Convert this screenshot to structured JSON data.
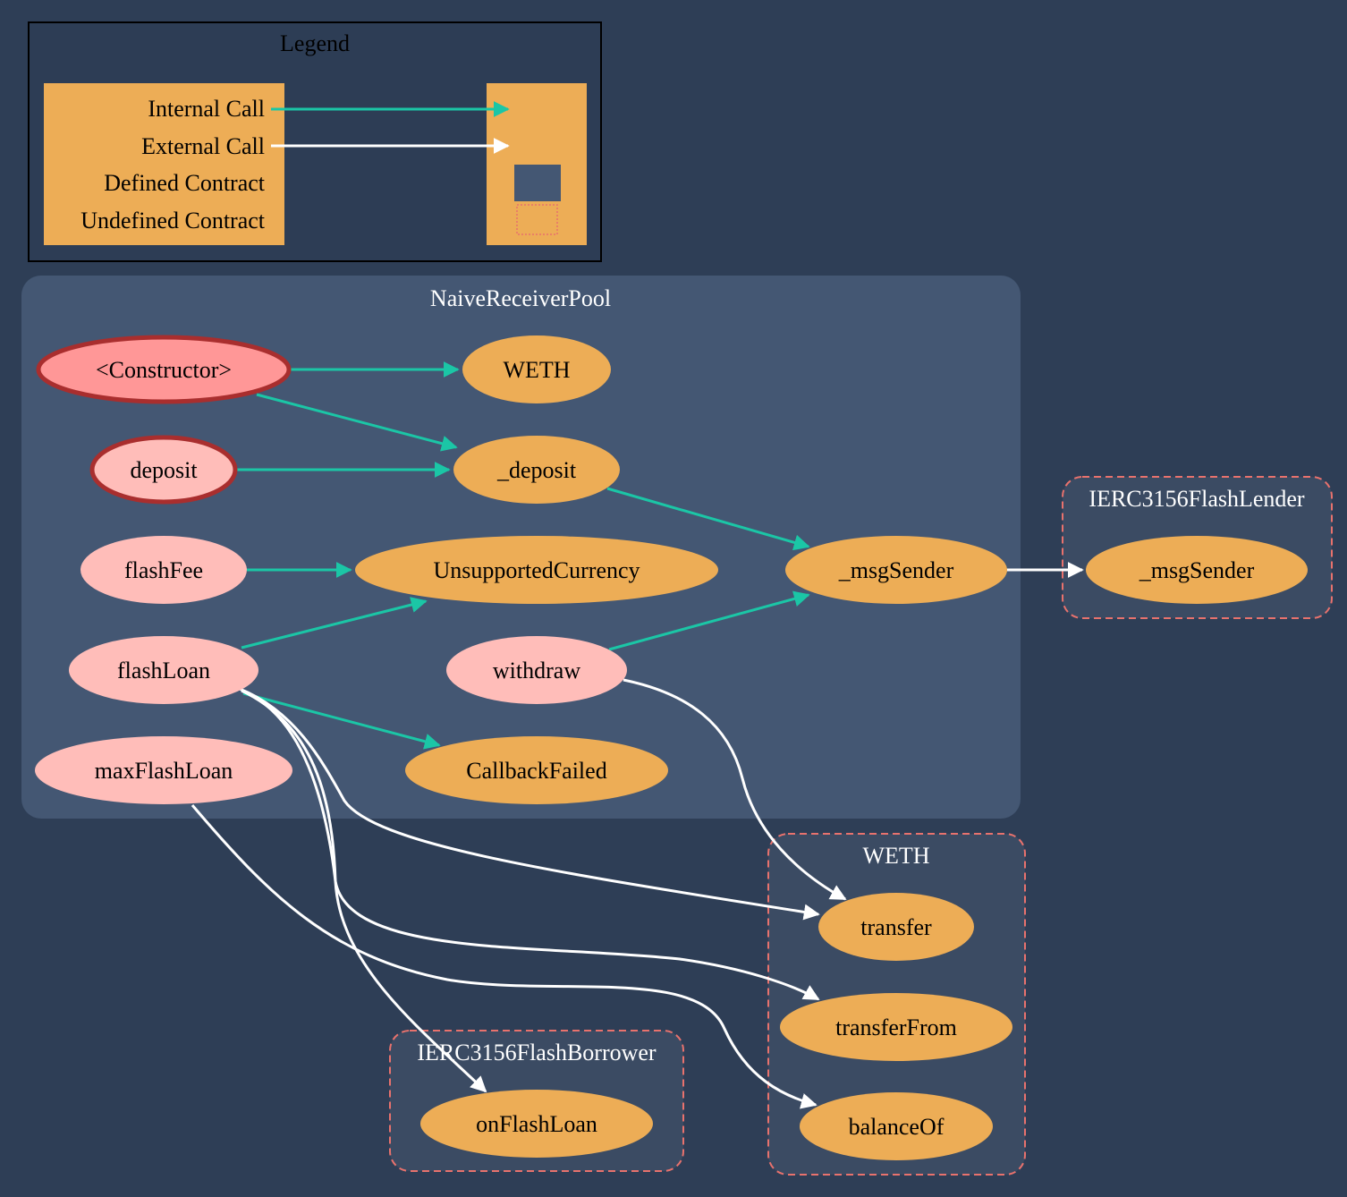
{
  "colors": {
    "background": "#2e3e56",
    "cluster_fill": "#445773",
    "external_cluster_fill": "#3b4b63",
    "external_cluster_stroke": "#e8726d",
    "legend_fill": "#2d3d55",
    "legend_box": "#edad56",
    "public_node": "#ffbdb9",
    "constructor_node": "#ff9797",
    "payable_stroke": "#a92e2e",
    "internal_node": "#edad56",
    "internal_edge": "#1bc6a6",
    "external_edge": "#ffffff",
    "defined_contract_swatch": "#445773"
  },
  "legend": {
    "title": "Legend",
    "labels": {
      "internal_call": "Internal Call",
      "external_call": "External Call",
      "defined_contract": "Defined Contract",
      "undefined_contract": "Undefined Contract"
    }
  },
  "clusters": {
    "naive_receiver_pool": "NaiveReceiverPool",
    "ierc3156_flash_lender": "IERC3156FlashLender",
    "weth": "WETH",
    "ierc3156_flash_borrower": "IERC3156FlashBorrower"
  },
  "nodes": {
    "constructor": "<Constructor>",
    "deposit": "deposit",
    "flash_fee": "flashFee",
    "flash_loan": "flashLoan",
    "max_flash_loan": "maxFlashLoan",
    "weth_var": "WETH",
    "internal_deposit": "_deposit",
    "unsupported_currency": "UnsupportedCurrency",
    "withdraw": "withdraw",
    "callback_failed": "CallbackFailed",
    "msg_sender": "_msgSender",
    "lender_msg_sender": "_msgSender",
    "transfer": "transfer",
    "transfer_from": "transferFrom",
    "balance_of": "balanceOf",
    "on_flash_loan": "onFlashLoan"
  },
  "edges": [
    {
      "from": "<Constructor>",
      "to": "WETH",
      "type": "internal"
    },
    {
      "from": "<Constructor>",
      "to": "_deposit",
      "type": "internal"
    },
    {
      "from": "deposit",
      "to": "_deposit",
      "type": "internal"
    },
    {
      "from": "_deposit",
      "to": "_msgSender",
      "type": "internal"
    },
    {
      "from": "flashFee",
      "to": "UnsupportedCurrency",
      "type": "internal"
    },
    {
      "from": "flashLoan",
      "to": "UnsupportedCurrency",
      "type": "internal"
    },
    {
      "from": "flashLoan",
      "to": "CallbackFailed",
      "type": "internal"
    },
    {
      "from": "withdraw",
      "to": "_msgSender",
      "type": "internal"
    },
    {
      "from": "_msgSender",
      "to": "IERC3156FlashLender._msgSender",
      "type": "external"
    },
    {
      "from": "withdraw",
      "to": "WETH.transfer",
      "type": "external"
    },
    {
      "from": "flashLoan",
      "to": "WETH.transfer",
      "type": "external"
    },
    {
      "from": "flashLoan",
      "to": "WETH.transferFrom",
      "type": "external"
    },
    {
      "from": "flashLoan",
      "to": "IERC3156FlashBorrower.onFlashLoan",
      "type": "external"
    },
    {
      "from": "maxFlashLoan",
      "to": "WETH.balanceOf",
      "type": "external"
    }
  ]
}
